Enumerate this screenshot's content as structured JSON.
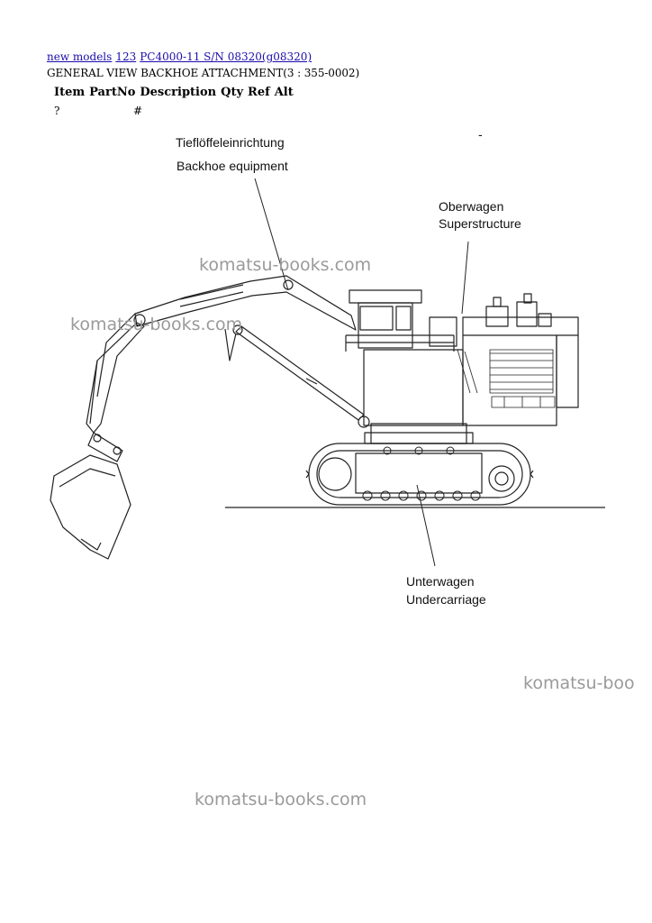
{
  "breadcrumb": {
    "new_models": "new models",
    "item_123": "123",
    "model": "PC4000-11 S/N 08320(g08320)"
  },
  "subtitle": "GENERAL VIEW BACKHOE ATTACHMENT(3 : 355-0002)",
  "table": {
    "headers": [
      "Item",
      "PartNo",
      "Description",
      "Qty",
      "Ref",
      "Alt"
    ],
    "row": {
      "item": "?",
      "ref": "#"
    }
  },
  "diagram": {
    "dash": "-",
    "backhoe_de": "Tieflöffeleinrichtung",
    "backhoe_en": "Backhoe equipment",
    "superstructure_de": "Oberwagen",
    "superstructure_en": "Superstructure",
    "undercarriage_de": "Unterwagen",
    "undercarriage_en": "Undercarriage"
  },
  "watermarks": [
    "komatsu-books.com",
    "komatsu-books.com",
    "komatsu-boo",
    "komatsu-books.com"
  ]
}
